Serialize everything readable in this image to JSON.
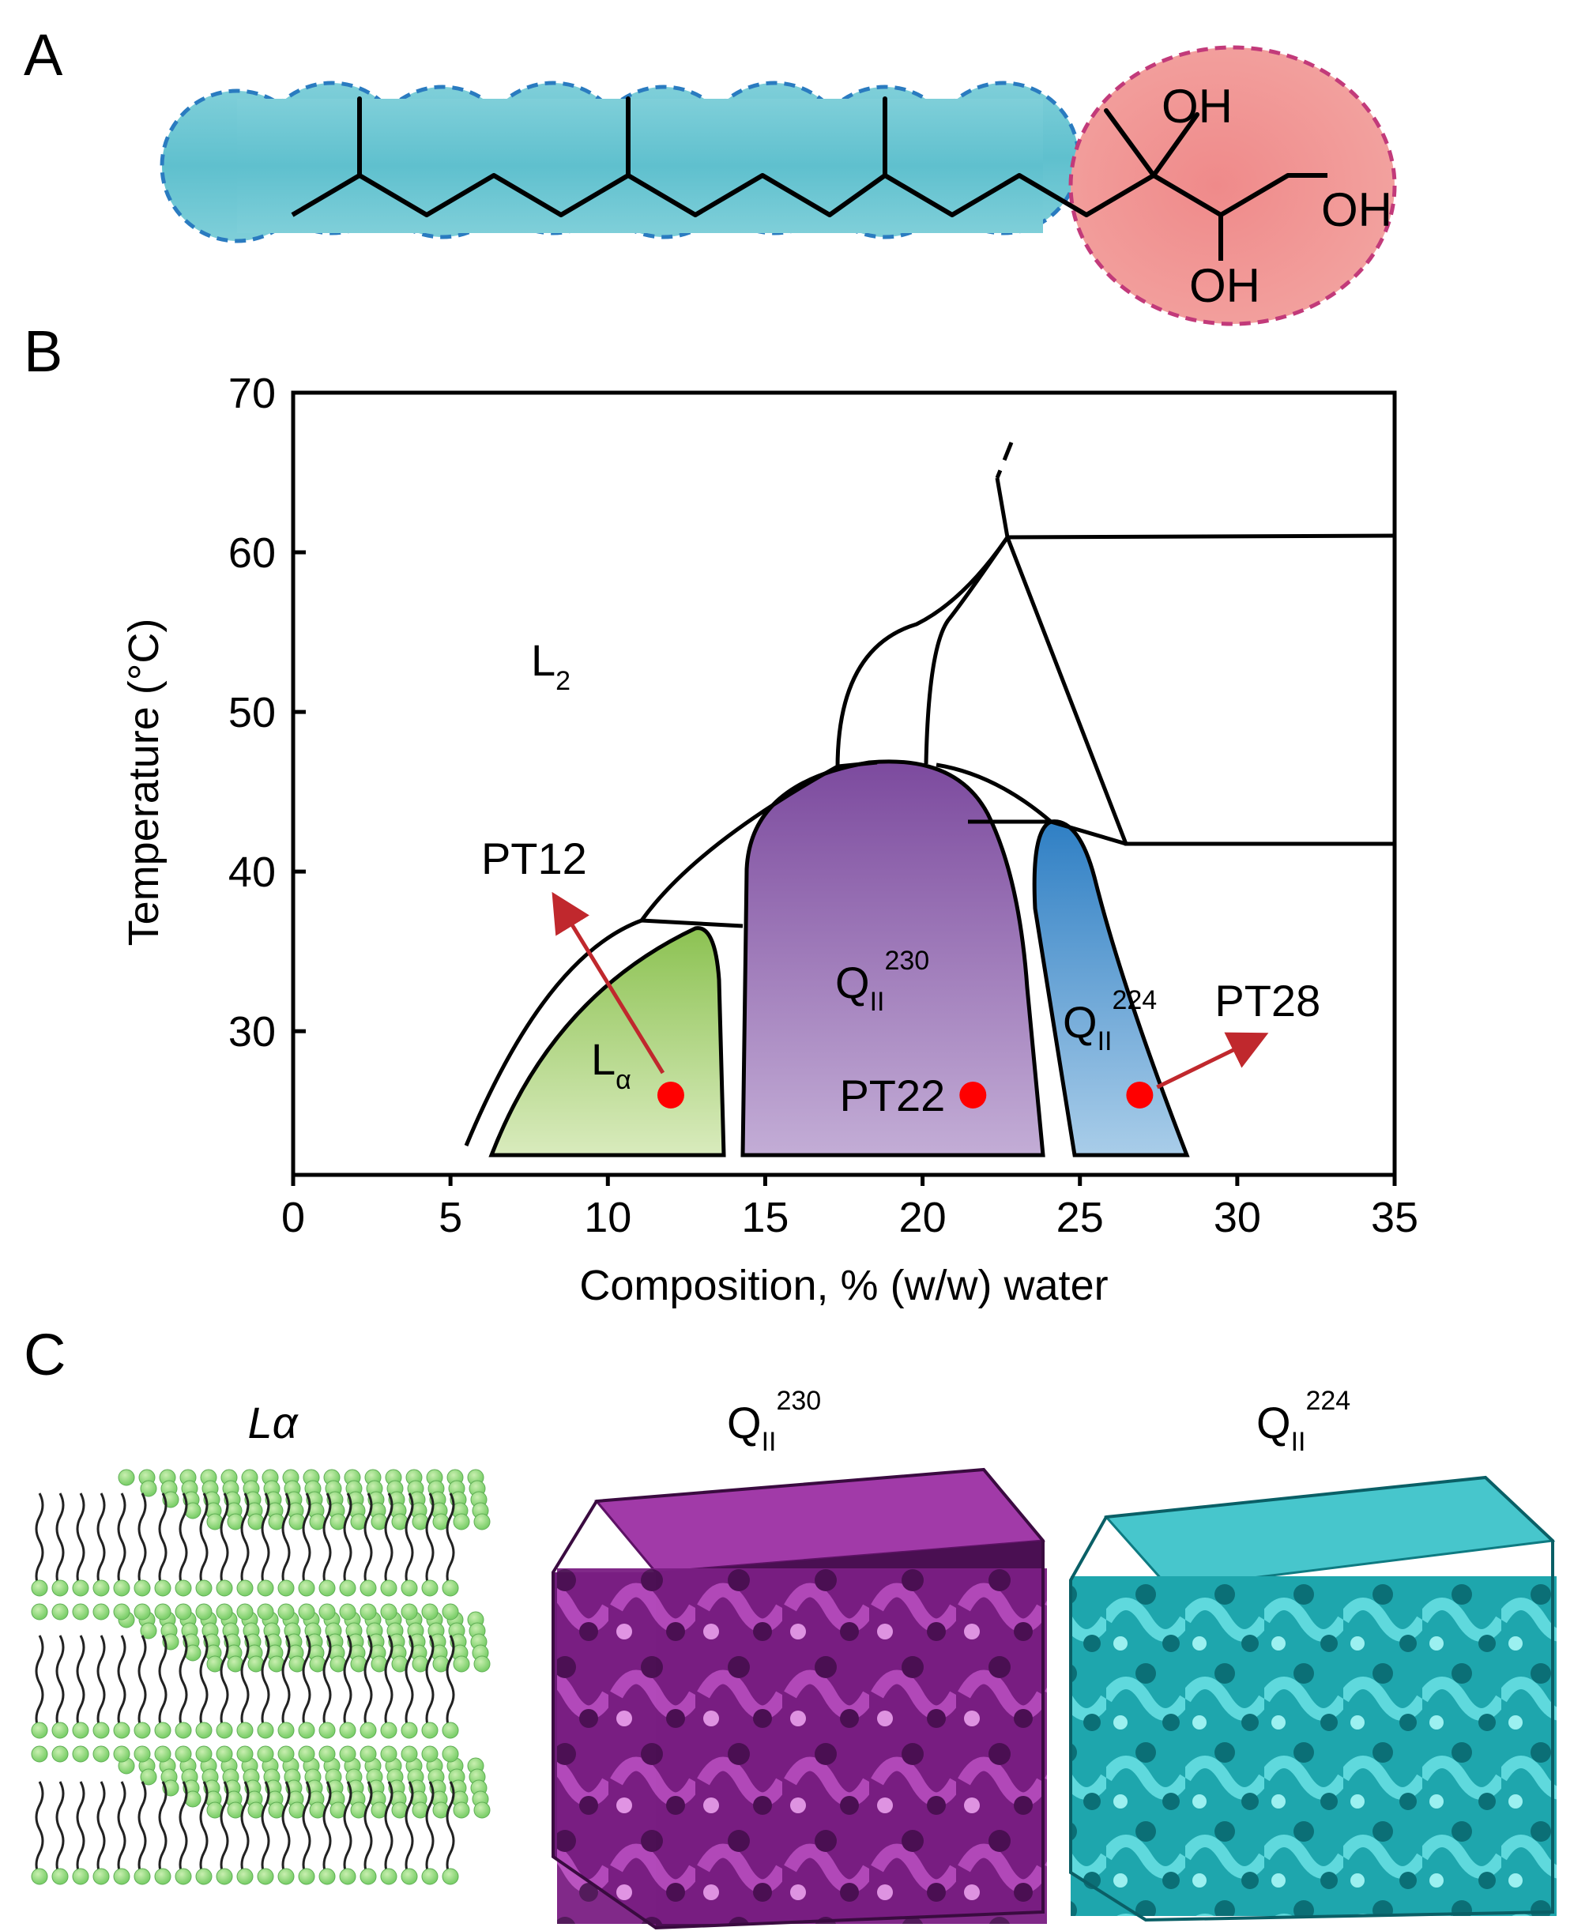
{
  "panels": {
    "a": "A",
    "b": "B",
    "c": "C"
  },
  "molecule": {
    "oh_top": "OH",
    "oh_right": "OH",
    "oh_bottom": "OH"
  },
  "chart_data": {
    "type": "phase-diagram",
    "xlabel": "Composition, % (w/w) water",
    "ylabel": "Temperature (°C)",
    "xlim": [
      0,
      35
    ],
    "ylim": [
      21,
      70
    ],
    "xticks": [
      "0",
      "5",
      "10",
      "15",
      "20",
      "25",
      "30",
      "35"
    ],
    "yticks": [
      "30",
      "40",
      "50",
      "60",
      "70"
    ],
    "regions": [
      {
        "label": "L",
        "sub": "2",
        "sup": ""
      },
      {
        "label": "L",
        "sub": "α",
        "sup": ""
      },
      {
        "label": "Q",
        "sub": "II",
        "sup": "230"
      },
      {
        "label": "Q",
        "sub": "II",
        "sup": "224"
      }
    ],
    "samples": [
      {
        "name": "PT12",
        "x": 12.0,
        "y": 26.0
      },
      {
        "name": "PT22",
        "x": 21.6,
        "y": 26.0
      },
      {
        "name": "PT28",
        "x": 26.9,
        "y": 26.0
      }
    ],
    "colors": {
      "lamellar": "#8cc252",
      "q230": "#8a5ba8",
      "q224": "#3a86c8",
      "marker": "#ff0000",
      "arrow": "#c0282d"
    }
  },
  "structures": [
    {
      "label": "Lα"
    },
    {
      "label": "Q",
      "sub": "II",
      "sup": "230"
    },
    {
      "label": "Q",
      "sub": "II",
      "sup": "224"
    }
  ]
}
